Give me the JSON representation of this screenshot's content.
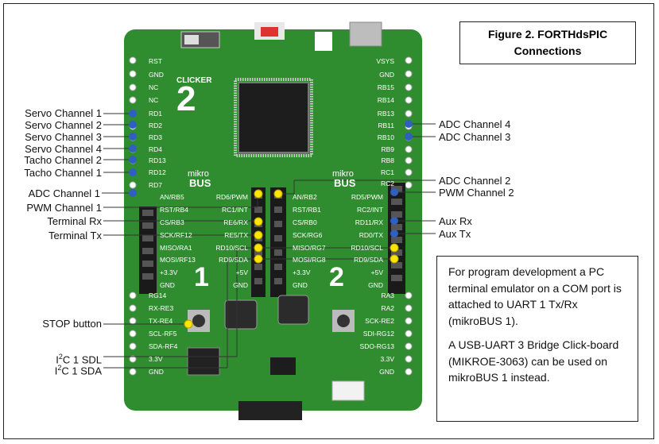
{
  "figure_title": {
    "line1": "Figure 2.  FORTHdsPIC",
    "line2": "Connections"
  },
  "note": {
    "para1": "For program development a PC terminal emulator on a COM port is attached to UART 1 Tx/Rx (mikroBUS 1).",
    "para2": "A USB-UART 3 Bridge Click-board (MIKROE-3063)  can be used on mikroBUS 1 instead."
  },
  "left_labels": {
    "servo1": "Servo Channel 1",
    "servo2": "Servo Channel 2",
    "servo3": "Servo Channel 3",
    "servo4": "Servo Channel 4",
    "tacho2": "Tacho Channel 2",
    "tacho1": "Tacho Channel 1",
    "adc1": "ADC Channel 1",
    "pwm1": "PWM Channel 1",
    "term_rx": "Terminal Rx",
    "term_tx": "Terminal Tx",
    "stop": "STOP button",
    "i2c_sdl": "I2C 1 SDL",
    "i2c_sda": "I2C 1 SDA"
  },
  "right_labels": {
    "adc4": "ADC Channel 4",
    "adc3": "ADC Channel 3",
    "adc2": "ADC Channel 2",
    "pwm2": "PWM Channel 2",
    "aux_rx": "Aux Rx",
    "aux_tx": "Aux Tx"
  },
  "board": {
    "left_pins": [
      "RST",
      "GND",
      "NC",
      "NC",
      "RD1",
      "RD2",
      "RD3",
      "RD4",
      "RD13",
      "RD12",
      "RD7"
    ],
    "left_pins_lower": [
      "RG14",
      "RX-RE3",
      "TX-RE4",
      "SCL-RF5",
      "SDA-RF4",
      "3.3V",
      "GND"
    ],
    "right_pins": [
      "VSYS",
      "GND",
      "RB15",
      "RB14",
      "RB13",
      "RB11",
      "RB10",
      "RB9",
      "RB8",
      "RC1",
      "RC2"
    ],
    "right_pins_lower": [
      "RA3",
      "RA2",
      "SCK-RE2",
      "SDI-RG12",
      "SDO-RG13",
      "3.3V",
      "GND"
    ],
    "mb1_left": [
      "AN/RB5",
      "RST/RB4",
      "CS/RB3",
      "SCK/RF12",
      "MISO/RA1",
      "MOSI/RF13",
      "+3.3V",
      "GND"
    ],
    "mb1_right": [
      "RD6/PWM",
      "RC1/INT",
      "RE6/RX",
      "RE5/TX",
      "RD10/SCL",
      "RD9/SDA",
      "+5V",
      "GND"
    ],
    "mb2_left": [
      "AN/RB2",
      "RST/RB1",
      "CS/RB0",
      "SCK/RG6",
      "MISO/RG7",
      "MOSI/RG8",
      "+3.3V",
      "GND"
    ],
    "mb2_right": [
      "RD5/PWM",
      "RC2/INT",
      "RD11/RX",
      "RD0/TX",
      "RD10/SCL",
      "RD9/SDA",
      "+5V",
      "GND"
    ],
    "clicker_text": "CLICKER",
    "clicker_num": "2",
    "mikro_text": "mikro",
    "bus_text": "BUS",
    "mb1_num": "1",
    "mb2_num": "2",
    "colors": {
      "pcb": "#2e8b2e",
      "pin_yellow": "#ffe600",
      "pin_blue": "#2f5fbf"
    }
  }
}
